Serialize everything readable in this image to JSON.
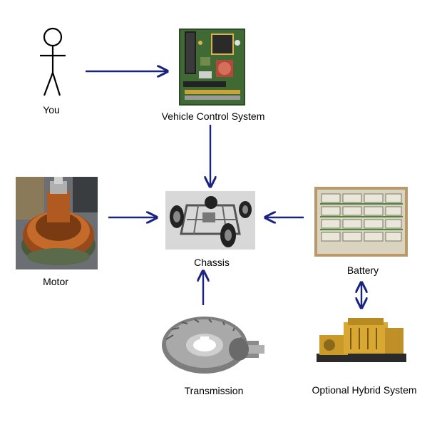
{
  "nodes": {
    "you": {
      "label": "You"
    },
    "vcs": {
      "label": "Vehicle Control System"
    },
    "motor": {
      "label": "Motor"
    },
    "chassis": {
      "label": "Chassis"
    },
    "battery": {
      "label": "Battery"
    },
    "transmission": {
      "label": "Transmission"
    },
    "hybrid": {
      "label": "Optional Hybrid System"
    }
  },
  "colors": {
    "arrow": "#1a237e"
  }
}
